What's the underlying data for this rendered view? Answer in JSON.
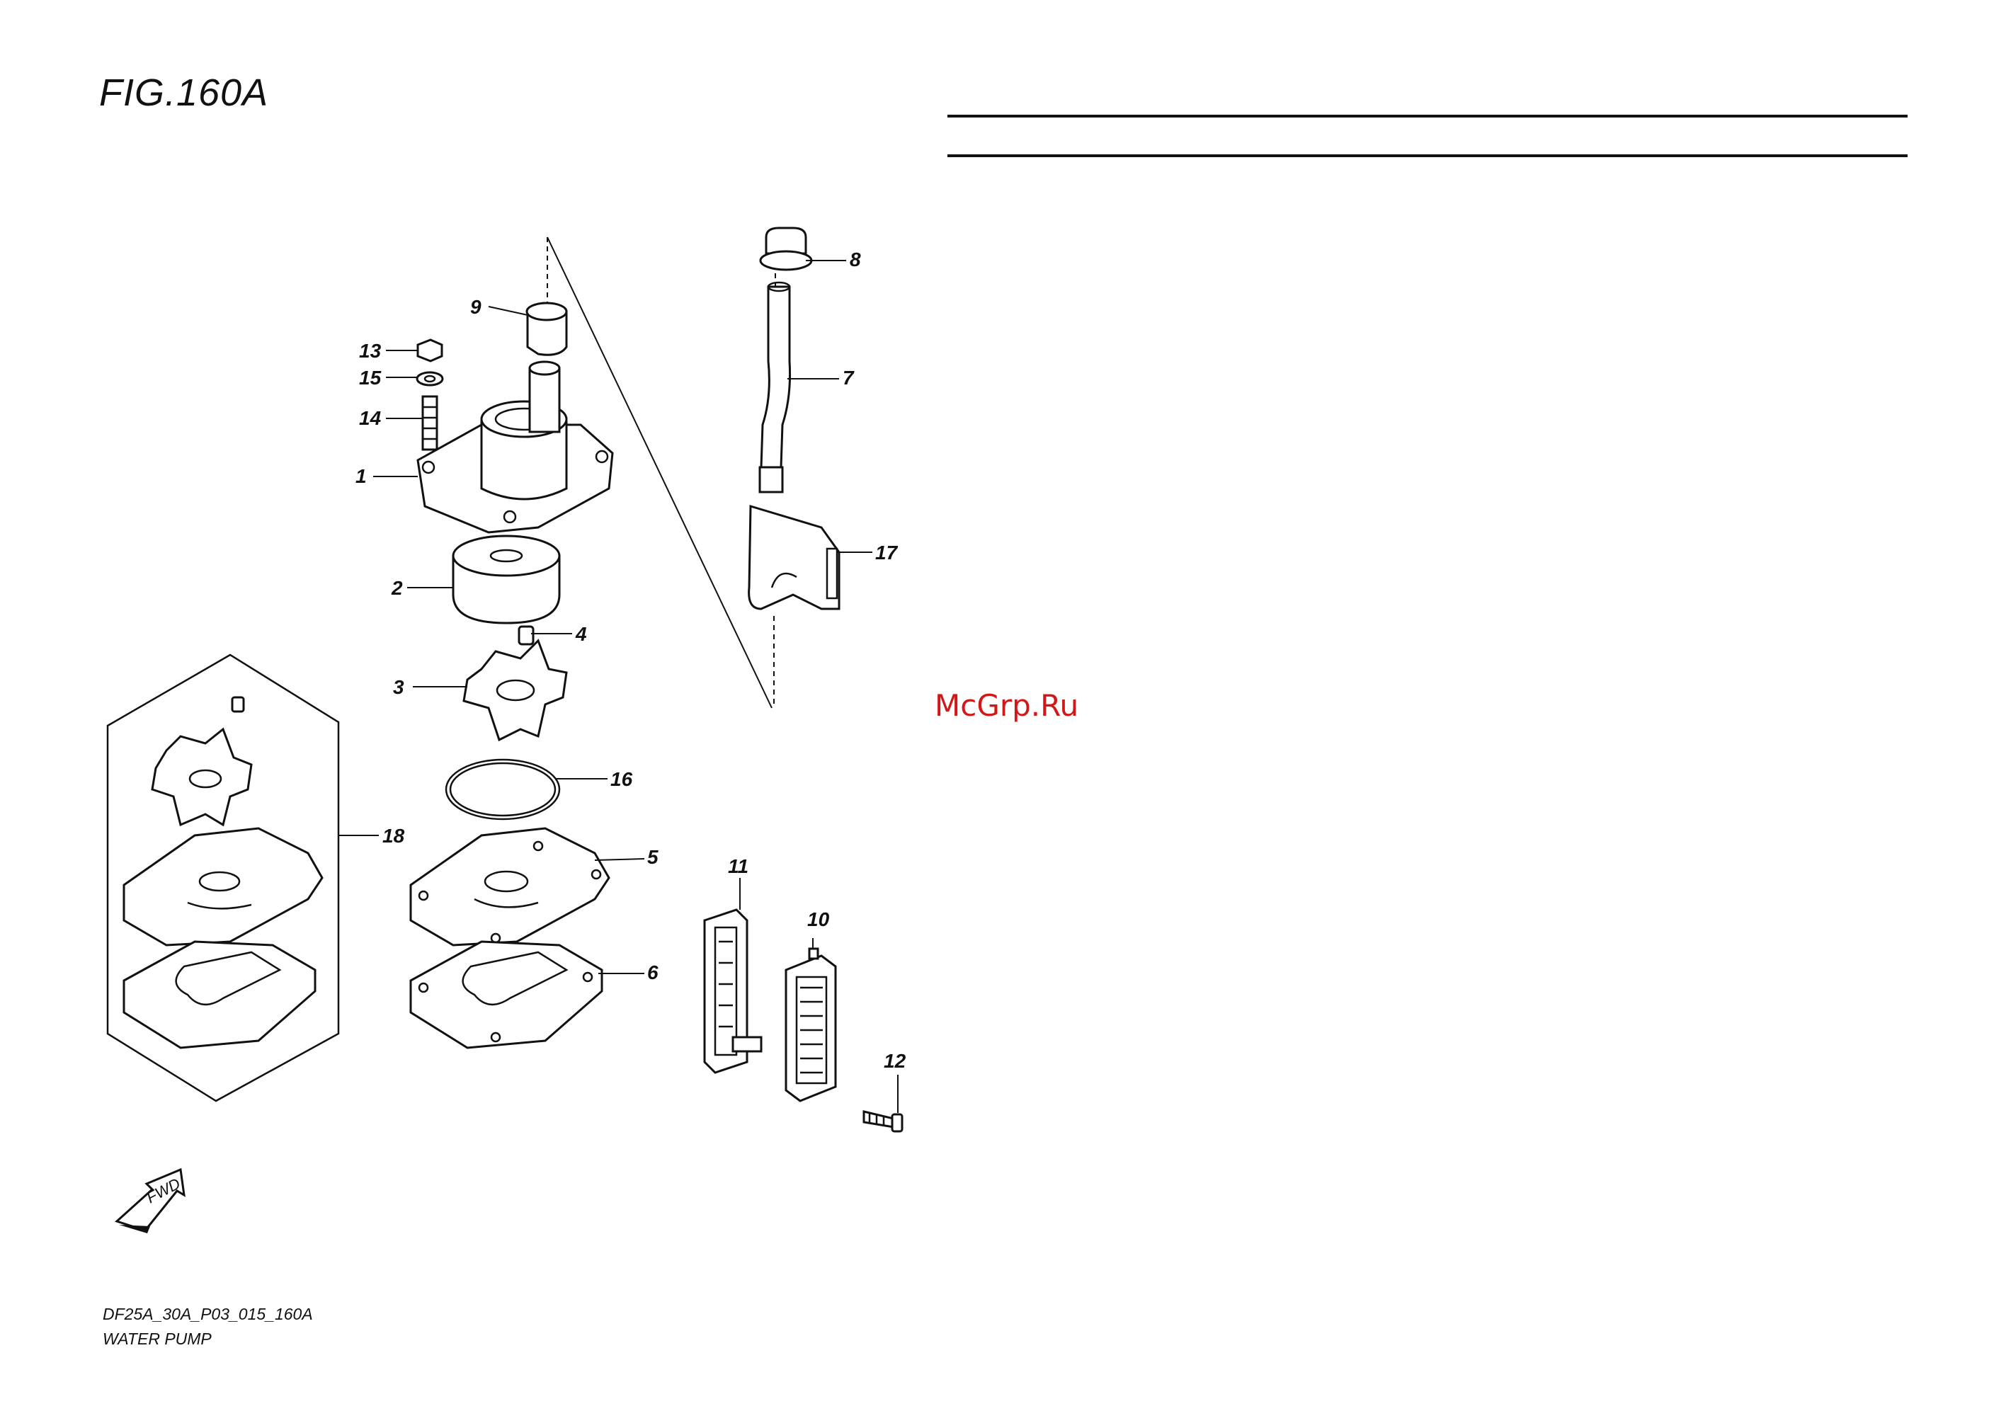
{
  "figure": {
    "title": "FIG.160A",
    "watermark": "McGrp.Ru",
    "model_code": "DF25A_30A_P03_015_160A",
    "caption": "WATER PUMP",
    "fwd_label": "FWD"
  },
  "callouts": [
    {
      "id": "1",
      "label": "1"
    },
    {
      "id": "2",
      "label": "2"
    },
    {
      "id": "3",
      "label": "3"
    },
    {
      "id": "4",
      "label": "4"
    },
    {
      "id": "5",
      "label": "5"
    },
    {
      "id": "6",
      "label": "6"
    },
    {
      "id": "7",
      "label": "7"
    },
    {
      "id": "8",
      "label": "8"
    },
    {
      "id": "9",
      "label": "9"
    },
    {
      "id": "10",
      "label": "10"
    },
    {
      "id": "11",
      "label": "11"
    },
    {
      "id": "12",
      "label": "12"
    },
    {
      "id": "13",
      "label": "13"
    },
    {
      "id": "14",
      "label": "14"
    },
    {
      "id": "15",
      "label": "15"
    },
    {
      "id": "16",
      "label": "16"
    },
    {
      "id": "17",
      "label": "17"
    },
    {
      "id": "18",
      "label": "18"
    }
  ]
}
